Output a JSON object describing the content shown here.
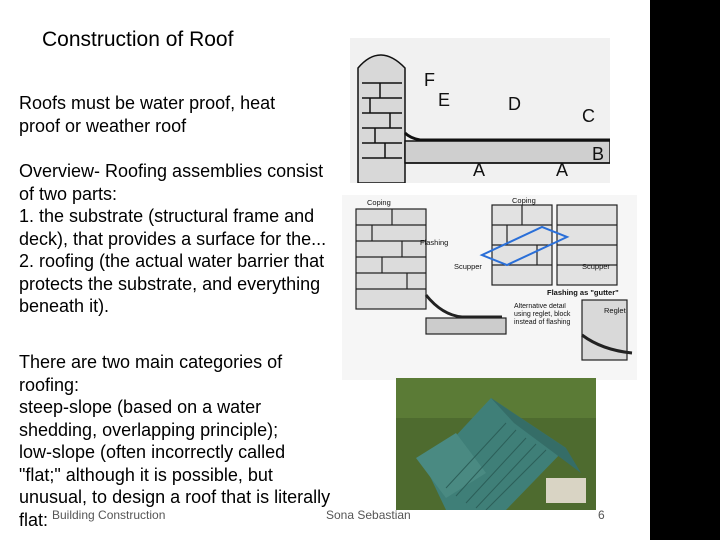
{
  "slide": {
    "title": "Construction of Roof",
    "para1": "Roofs must be water proof, heat\nproof or weather roof",
    "para2": "Overview- Roofing assemblies consist\nof two parts:\n1. the substrate (structural frame and\ndeck), that provides a surface for the...\n2. roofing (the actual water barrier that\nprotects the substrate, and everything\nbeneath it).",
    "para3": "There are two main categories of\nroofing:\nsteep-slope (based on a water\nshedding, overlapping principle);\nlow-slope (often incorrectly called\n\"flat;\" although it is possible, but\nunusual, to design a roof that is literally\nflat:"
  },
  "figure1": {
    "labels": [
      "F",
      "E",
      "D",
      "C",
      "B",
      "A",
      "A"
    ]
  },
  "figure2": {
    "labels": [
      "Coping",
      "Coping",
      "Flashing",
      "Scupper",
      "Scupper",
      "Flashing as \"gutter\"",
      "Reglet",
      "Alternative detail using reglet, block instead of flashing"
    ]
  },
  "footer": {
    "left": "Building Construction",
    "middle": "Sona Sebastian",
    "page": "6"
  },
  "colors": {
    "sidebar": "#000000",
    "roof_panels": "#3f7f78",
    "highlight": "#2a6fd8"
  }
}
